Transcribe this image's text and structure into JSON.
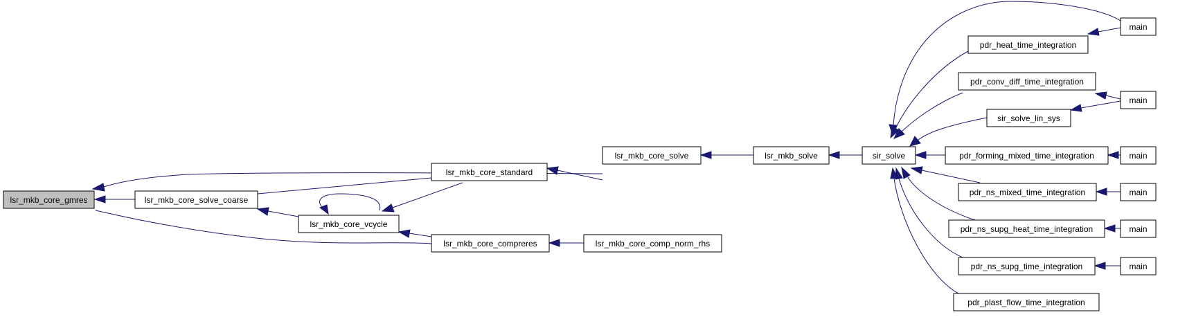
{
  "colors": {
    "edge": "#191970",
    "root_fill": "#bfbfbf",
    "node_fill": "#ffffff",
    "node_border": "#000000"
  },
  "nodes": {
    "gmres": "lsr_mkb_core_gmres",
    "solve_coarse": "lsr_mkb_core_solve_coarse",
    "vcycle": "lsr_mkb_core_vcycle",
    "standard": "lsr_mkb_core_standard",
    "compreres": "lsr_mkb_core_compreres",
    "comp_norm_rhs": "lsr_mkb_core_comp_norm_rhs",
    "core_solve": "lsr_mkb_core_solve",
    "mkb_solve": "lsr_mkb_solve",
    "sir_solve": "sir_solve",
    "heat_ti": "pdr_heat_time_integration",
    "conv_diff_ti": "pdr_conv_diff_time_integration",
    "solve_lin_sys": "sir_solve_lin_sys",
    "forming_ti": "pdr_forming_mixed_time_integration",
    "ns_mixed_ti": "pdr_ns_mixed_time_integration",
    "ns_supg_heat_ti": "pdr_ns_supg_heat_time_integration",
    "ns_supg_ti": "pdr_ns_supg_time_integration",
    "plast_flow_ti": "pdr_plast_flow_time_integration",
    "main1": "main",
    "main2": "main",
    "main3": "main",
    "main4": "main",
    "main5": "main",
    "main6": "main"
  }
}
